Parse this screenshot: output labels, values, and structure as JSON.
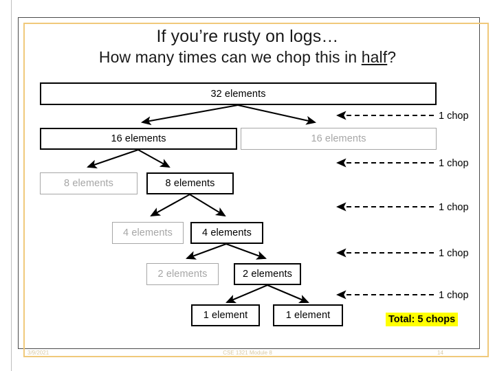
{
  "slide": {
    "title_line1": "If you’re rusty on logs…",
    "title_line2_before": "How many times can we chop this in ",
    "title_line2_underlined": "half",
    "title_line2_after": "?",
    "accent_border_color": "#f0c97a",
    "outer_border_color": "#4a4a4a",
    "highlight_color": "#ffff00",
    "faded_color": "#a6a6a6"
  },
  "tree": {
    "levels": [
      {
        "level": 0,
        "nodes": [
          {
            "label": "32 elements",
            "state": "active"
          }
        ]
      },
      {
        "level": 1,
        "nodes": [
          {
            "label": "16 elements",
            "state": "active"
          },
          {
            "label": "16 elements",
            "state": "faded"
          }
        ]
      },
      {
        "level": 2,
        "nodes": [
          {
            "label": "8 elements",
            "state": "faded"
          },
          {
            "label": "8 elements",
            "state": "active"
          }
        ]
      },
      {
        "level": 3,
        "nodes": [
          {
            "label": "4 elements",
            "state": "faded"
          },
          {
            "label": "4 elements",
            "state": "active"
          }
        ]
      },
      {
        "level": 4,
        "nodes": [
          {
            "label": "2 elements",
            "state": "faded"
          },
          {
            "label": "2 elements",
            "state": "active"
          }
        ]
      },
      {
        "level": 5,
        "nodes": [
          {
            "label": "1 element",
            "state": "active"
          },
          {
            "label": "1 element",
            "state": "active"
          }
        ]
      }
    ]
  },
  "chops": {
    "labels": [
      "1 chop",
      "1 chop",
      "1 chop",
      "1 chop",
      "1 chop"
    ],
    "total": "Total: 5 chops",
    "total_count": 5
  },
  "footer": {
    "date": "3/9/2021",
    "course": "CSE 1321 Module 8",
    "page": "14"
  }
}
